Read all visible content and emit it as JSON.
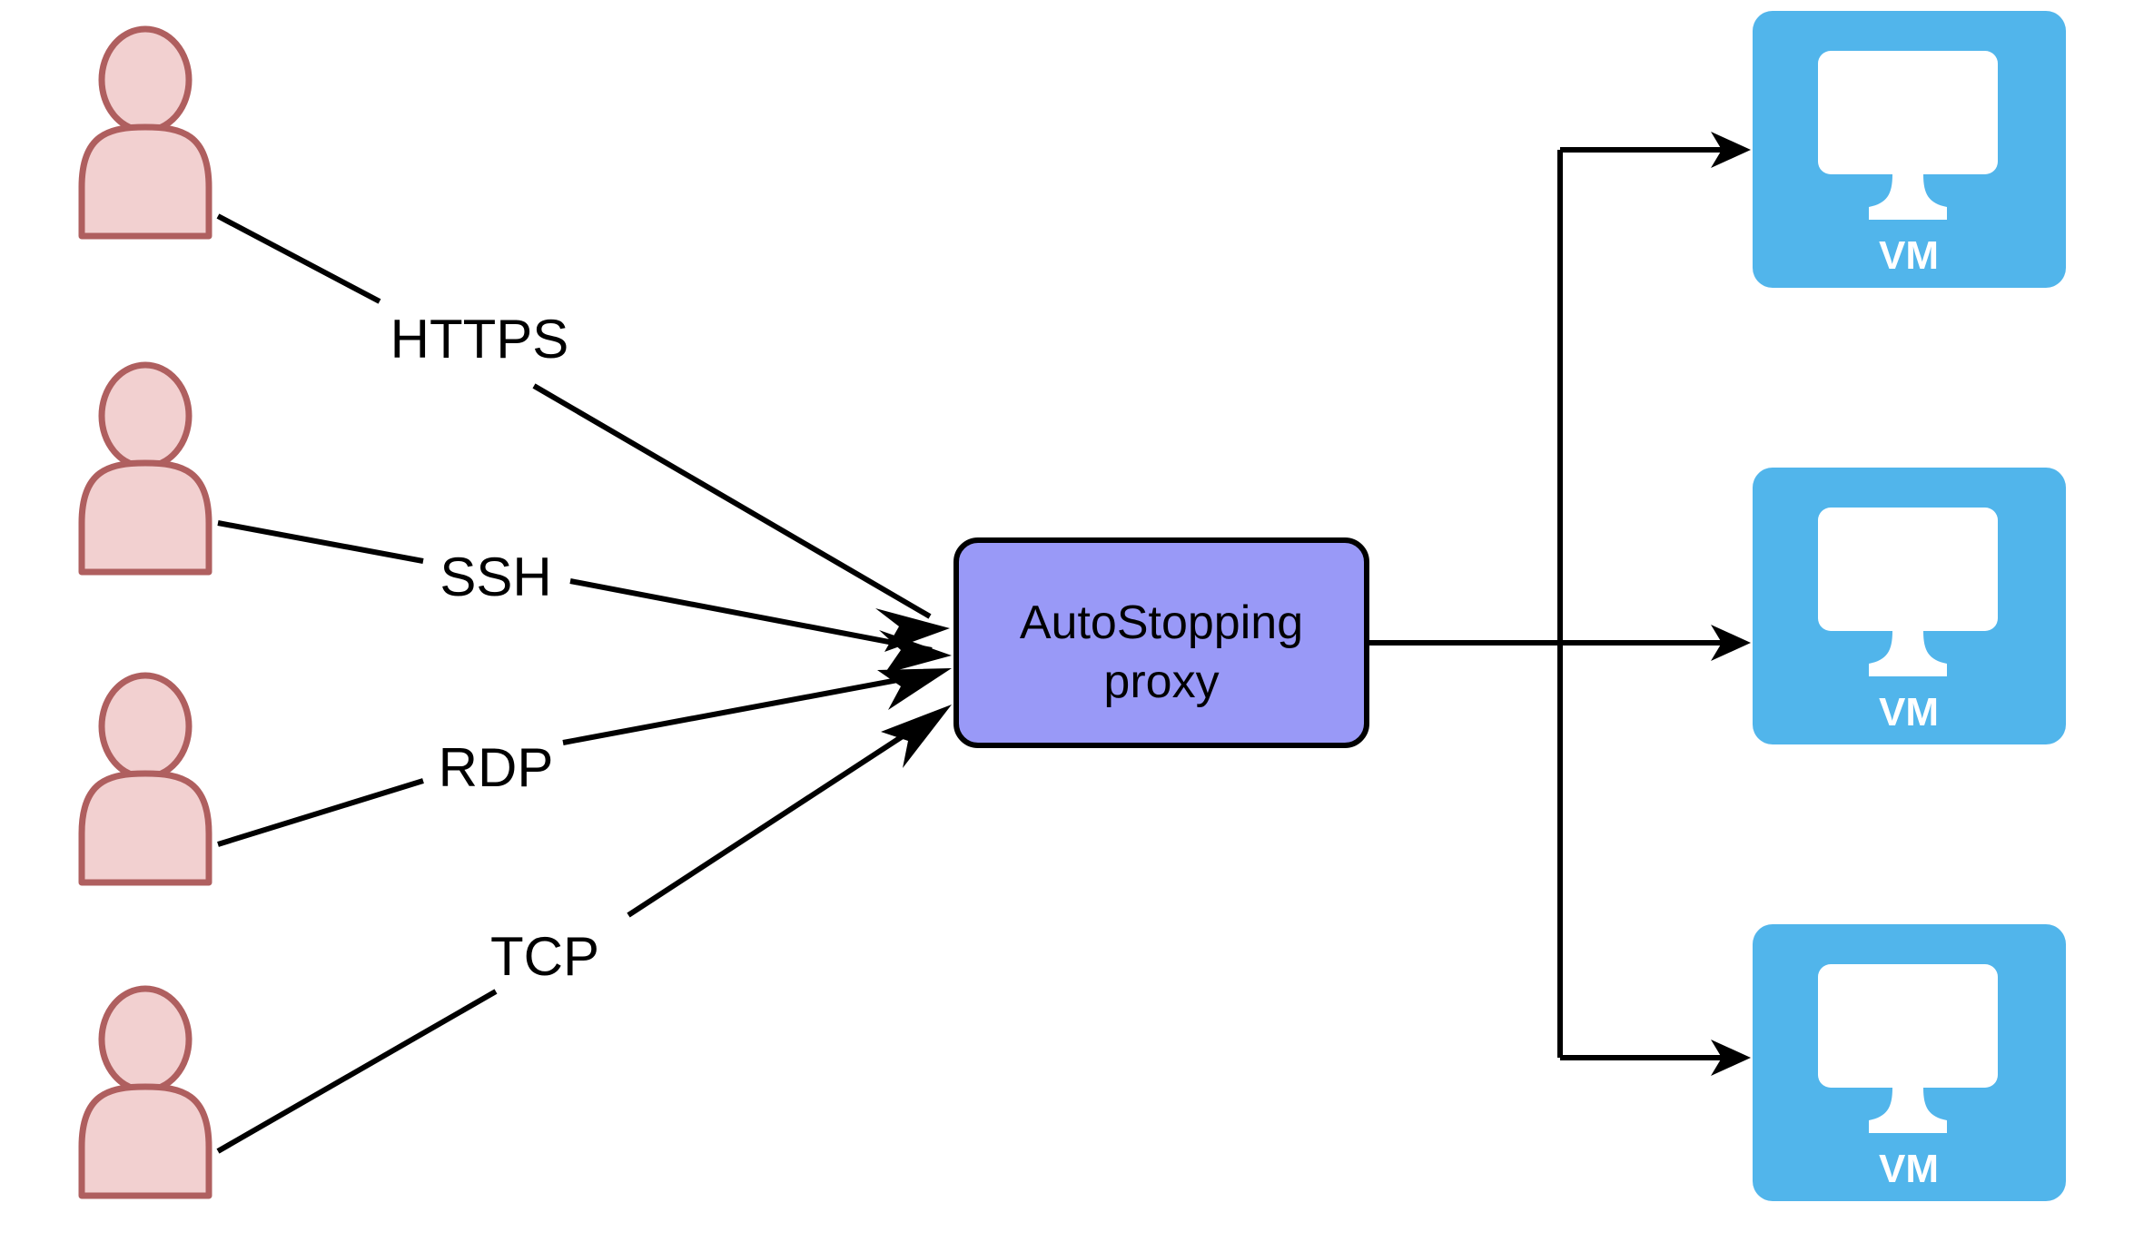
{
  "diagram": {
    "type": "network-architecture-flow",
    "background_color": "#ffffff",
    "actors": [
      {
        "id": "actor-1",
        "icon": "user-actor-icon",
        "protocol_label": "HTTPS"
      },
      {
        "id": "actor-2",
        "icon": "user-actor-icon",
        "protocol_label": "SSH"
      },
      {
        "id": "actor-3",
        "icon": "user-actor-icon",
        "protocol_label": "RDP"
      },
      {
        "id": "actor-4",
        "icon": "user-actor-icon",
        "protocol_label": "TCP"
      }
    ],
    "proxy": {
      "label_line_1": "AutoStopping",
      "label_line_2": "proxy",
      "fill_color": "#9999F7",
      "border_color": "#000000"
    },
    "targets": [
      {
        "id": "vm-1",
        "label": "VM",
        "icon": "virtual-machine-monitor-icon",
        "fill_color": "#51B5EB"
      },
      {
        "id": "vm-2",
        "label": "VM",
        "icon": "virtual-machine-monitor-icon",
        "fill_color": "#51B5EB"
      },
      {
        "id": "vm-3",
        "label": "VM",
        "icon": "virtual-machine-monitor-icon",
        "fill_color": "#51B5EB"
      }
    ],
    "colors": {
      "actor_fill": "#F2D0D0",
      "actor_stroke": "#AF5F5F",
      "proxy_fill": "#9999F7",
      "vm_fill": "#51B5EB",
      "edge_stroke": "#000000",
      "label_text": "#000000",
      "vm_label_text": "#ffffff"
    }
  }
}
